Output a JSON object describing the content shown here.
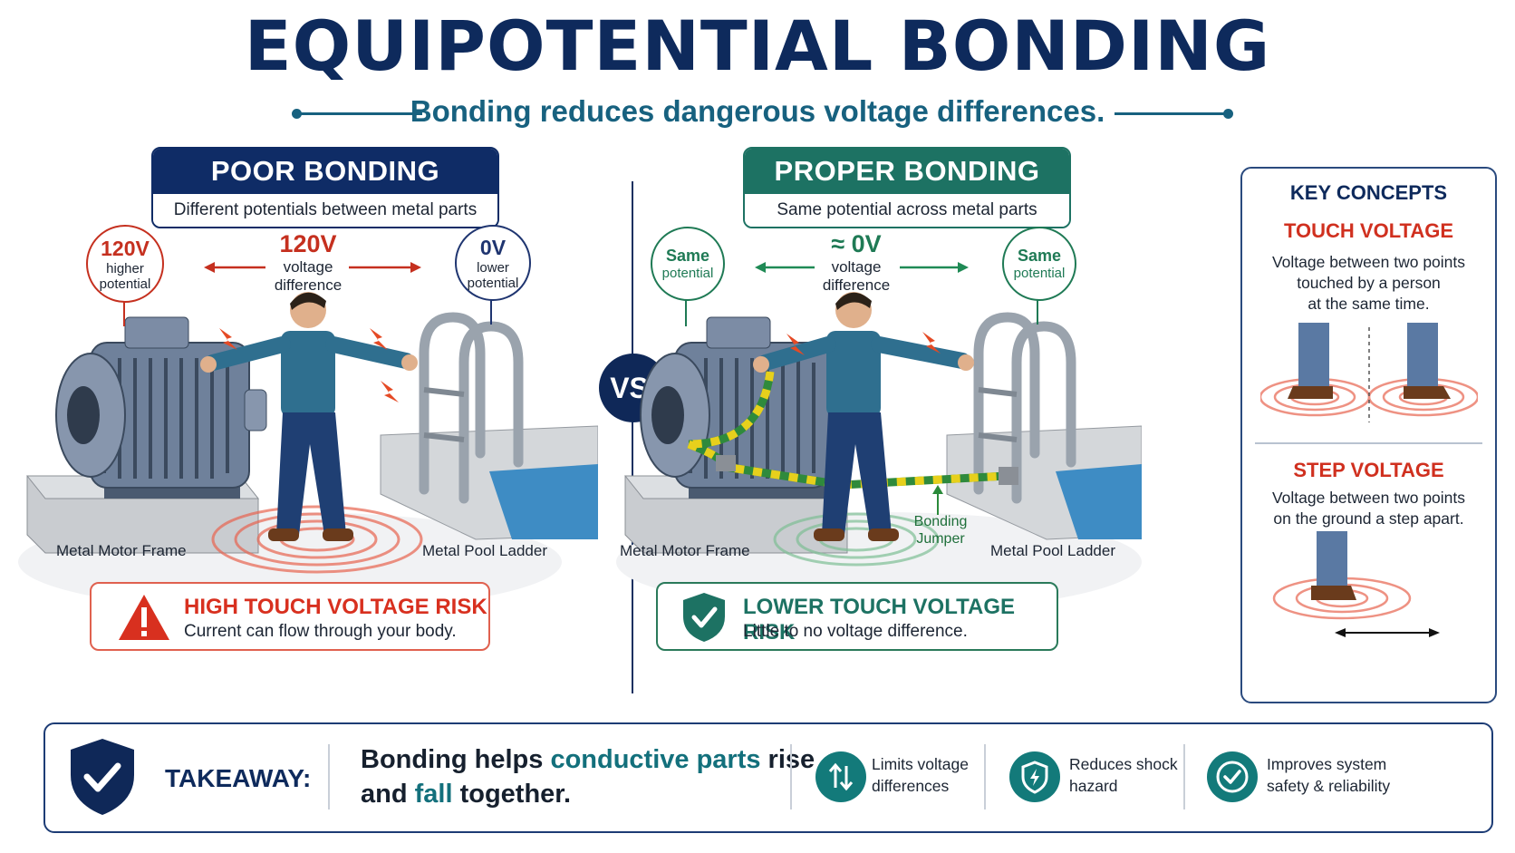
{
  "title": "EQUIPOTENTIAL BONDING",
  "subtitle": "Bonding reduces dangerous voltage differences.",
  "vs": "VS.",
  "poor": {
    "heading": "POOR BONDING",
    "subheading": "Different potentials between metal parts",
    "left_bubble": {
      "value": "120V",
      "line1": "higher",
      "line2": "potential"
    },
    "center_value": "120V",
    "center_line1": "voltage",
    "center_line2": "difference",
    "right_bubble": {
      "value": "0V",
      "line1": "lower",
      "line2": "potential"
    },
    "caption_left": "Metal Motor Frame",
    "caption_right": "Metal Pool Ladder",
    "risk_title": "HIGH TOUCH VOLTAGE RISK",
    "risk_sub": "Current can flow through your body."
  },
  "proper": {
    "heading": "PROPER BONDING",
    "subheading": "Same potential across metal parts",
    "left_bubble": {
      "line1": "Same",
      "line2": "potential"
    },
    "center_value": "≈ 0V",
    "center_line1": "voltage",
    "center_line2": "difference",
    "right_bubble": {
      "line1": "Same",
      "line2": "potential"
    },
    "caption_left": "Metal Motor Frame",
    "caption_right": "Metal Pool Ladder",
    "jumper_line1": "Bonding",
    "jumper_line2": "Jumper",
    "risk_title": "LOWER TOUCH VOLTAGE RISK",
    "risk_sub": "Little to no voltage difference."
  },
  "key_concepts": {
    "heading": "KEY CONCEPTS",
    "touch_title": "TOUCH VOLTAGE",
    "touch_line1": "Voltage between two points",
    "touch_line2": "touched by a person",
    "touch_line3": "at the same time.",
    "step_title": "STEP VOLTAGE",
    "step_line1": "Voltage between two points",
    "step_line2": "on the ground a step apart."
  },
  "takeaway": {
    "label": "TAKEAWAY:",
    "part1": "Bonding helps ",
    "highlight1": "conductive parts",
    "part2": " rise",
    "part3": "and ",
    "highlight2": "fall",
    "part4": " together.",
    "items": [
      {
        "line1": "Limits voltage",
        "line2": "differences",
        "icon": "up-down-arrows-icon"
      },
      {
        "line1": "Reduces shock",
        "line2": "hazard",
        "icon": "shield-bolt-icon"
      },
      {
        "line1": "Improves system",
        "line2": "safety & reliability",
        "icon": "check-circle-icon"
      }
    ]
  },
  "colors": {
    "navy": "#0e2a5c",
    "teal": "#17617f",
    "red": "#d0301f",
    "green": "#187a5a",
    "proper_header": "#1d7263"
  }
}
